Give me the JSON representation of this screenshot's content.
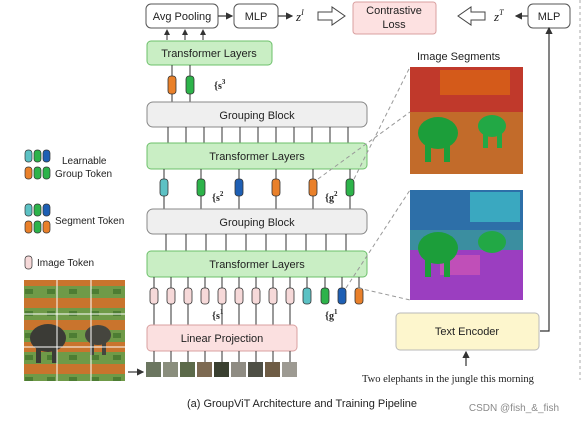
{
  "top": {
    "avg_pooling": "Avg Pooling",
    "mlp_left": "MLP",
    "z_image": "z",
    "z_image_sup": "I",
    "contrastive": [
      "Contrastive",
      "Loss"
    ],
    "z_text": "z",
    "z_text_sup": "T",
    "mlp_right": "MLP"
  },
  "stack": {
    "transformer_top": "Transformer Layers",
    "s3_label": "{s",
    "s3_sup": "3",
    "grouping_1": "Grouping Block",
    "transformer_mid": "Transformer Layers",
    "s2_label": "{s",
    "s2_sup": "2",
    "g2_label": "{g",
    "g2_sup": "2",
    "grouping_2": "Grouping Block",
    "transformer_low": "Transformer Layers",
    "s1_label": "{s",
    "s1_sup": "1",
    "g1_label": "{g",
    "g1_sup": "1",
    "linear_projection": "Linear Projection"
  },
  "legend": {
    "learnable_group_token": [
      "Learnable",
      "Group Token"
    ],
    "segment_token": "Segment Token",
    "image_token": "Image Token"
  },
  "right": {
    "image_segments": "Image Segments",
    "text_encoder": "Text Encoder",
    "caption": "Two elephants in the jungle this morning"
  },
  "caption": "(a) GroupViT Architecture and Training Pipeline",
  "watermark": "CSDN @fish_&_fish",
  "colors": {
    "transformer_fill": "#c9eec4",
    "transformer_stroke": "#6cc06a",
    "grouping_fill": "#efefef",
    "linear_fill": "#fbe0e0",
    "text_encoder_fill": "#fdf6cd",
    "contrastive_fill": "#fde1e1",
    "token_green": "#2db34a",
    "token_orange": "#e9802a",
    "token_blue": "#1e5fb4",
    "token_teal": "#5cc1c4",
    "token_pink": "#f6d9d9"
  }
}
